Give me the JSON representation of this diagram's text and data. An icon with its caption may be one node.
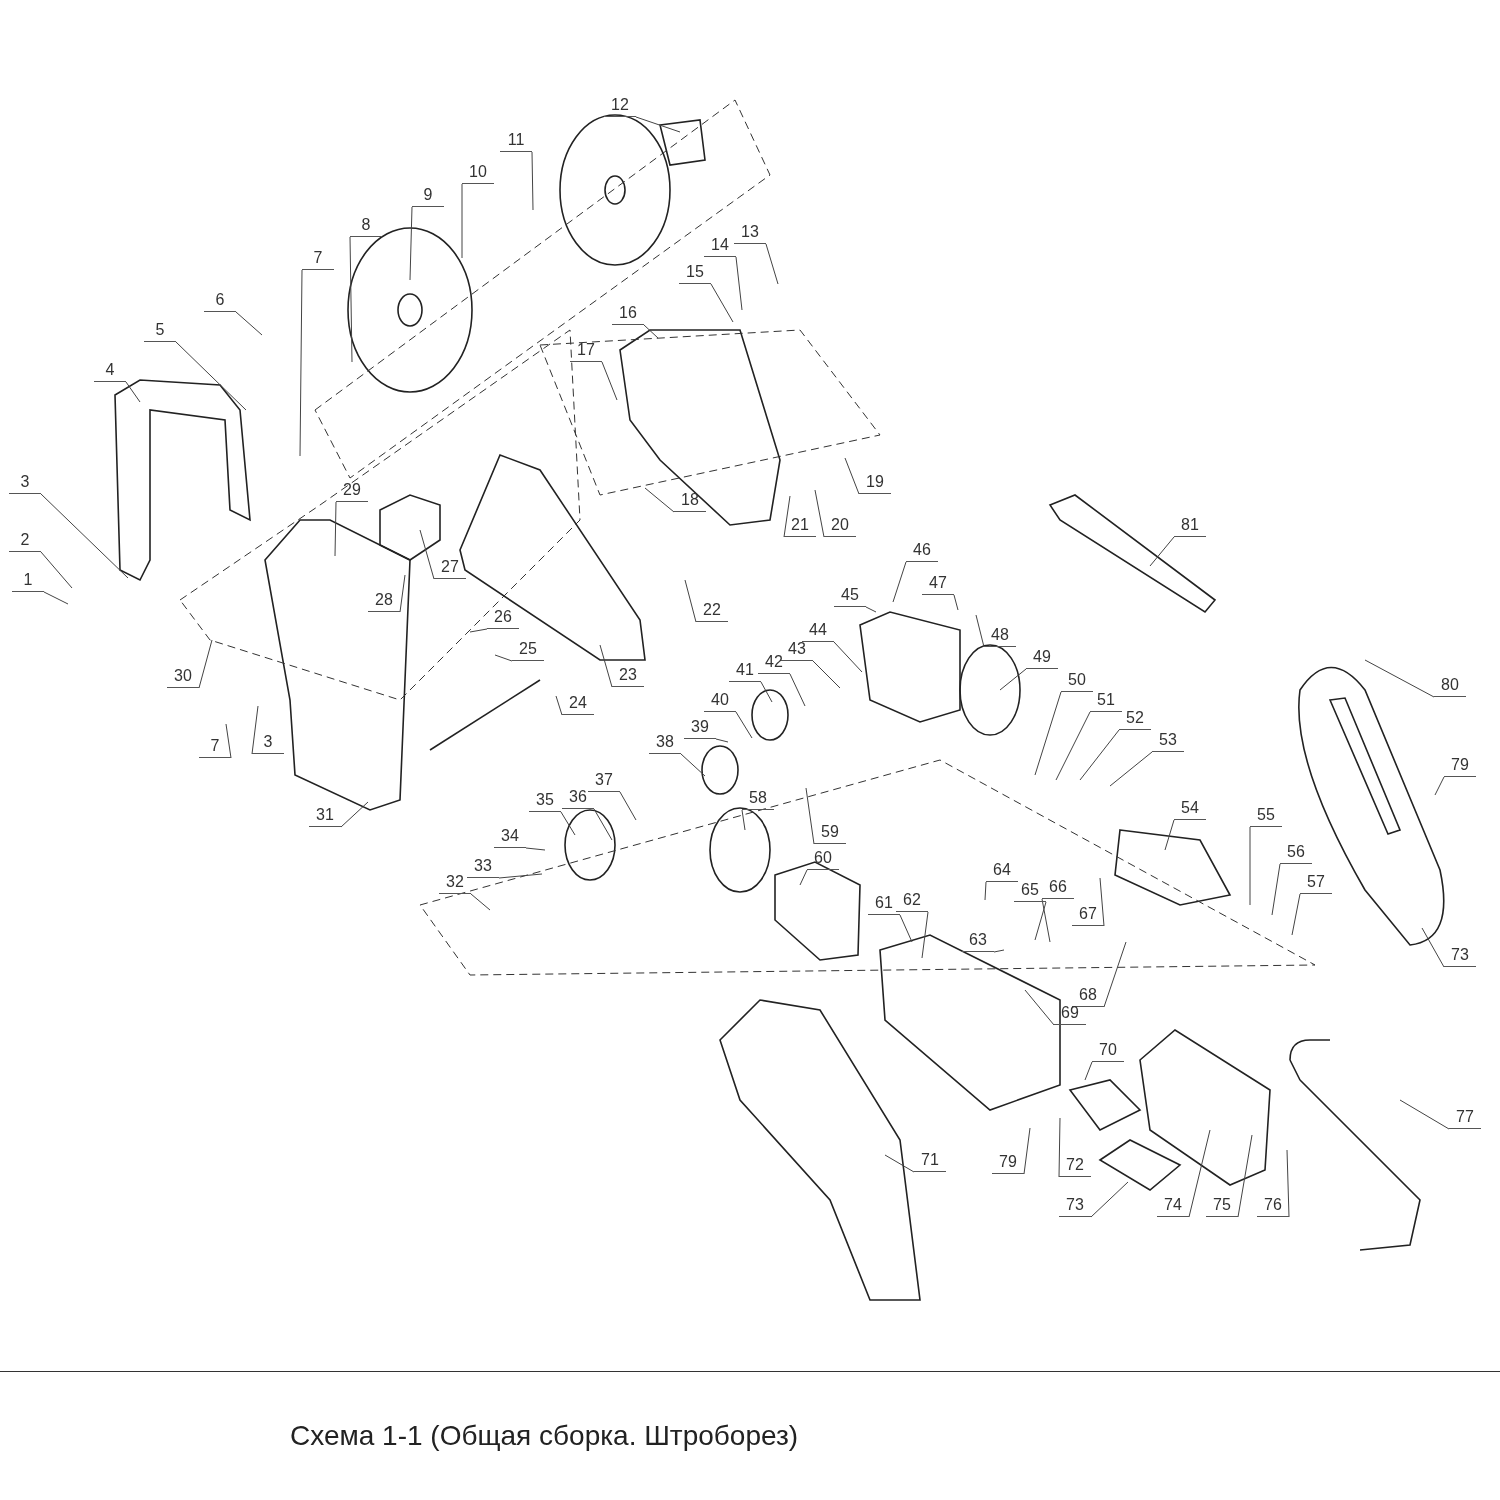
{
  "diagram": {
    "title": "Схема 1-1 (Общая сборка. Штроборез)",
    "nodes": [
      {
        "text": [
          "1"
        ]
      },
      {
        "text": [
          "2"
        ]
      },
      {
        "text": [
          "3"
        ]
      },
      {
        "text": [
          "3"
        ]
      },
      {
        "text": [
          "4"
        ]
      },
      {
        "text": [
          "5"
        ]
      },
      {
        "text": [
          "6"
        ]
      },
      {
        "text": [
          "7"
        ]
      },
      {
        "text": [
          "7"
        ]
      },
      {
        "text": [
          "8"
        ]
      },
      {
        "text": [
          "9"
        ]
      },
      {
        "text": [
          "10"
        ]
      },
      {
        "text": [
          "11"
        ]
      },
      {
        "text": [
          "12"
        ]
      },
      {
        "text": [
          "13"
        ]
      },
      {
        "text": [
          "14"
        ]
      },
      {
        "text": [
          "15"
        ]
      },
      {
        "text": [
          "16"
        ]
      },
      {
        "text": [
          "17"
        ]
      },
      {
        "text": [
          "18"
        ]
      },
      {
        "text": [
          "19"
        ]
      },
      {
        "text": [
          "20"
        ]
      },
      {
        "text": [
          "21"
        ]
      },
      {
        "text": [
          "22"
        ]
      },
      {
        "text": [
          "23"
        ]
      },
      {
        "text": [
          "24"
        ]
      },
      {
        "text": [
          "25"
        ]
      },
      {
        "text": [
          "26"
        ]
      },
      {
        "text": [
          "27"
        ]
      },
      {
        "text": [
          "28"
        ]
      },
      {
        "text": [
          "29"
        ]
      },
      {
        "text": [
          "30"
        ]
      },
      {
        "text": [
          "31"
        ]
      },
      {
        "text": [
          "32"
        ]
      },
      {
        "text": [
          "33"
        ]
      },
      {
        "text": [
          "34"
        ]
      },
      {
        "text": [
          "35"
        ]
      },
      {
        "text": [
          "36"
        ]
      },
      {
        "text": [
          "37"
        ]
      },
      {
        "text": [
          "38"
        ]
      },
      {
        "text": [
          "39"
        ]
      },
      {
        "text": [
          "40"
        ]
      },
      {
        "text": [
          "41"
        ]
      },
      {
        "text": [
          "42"
        ]
      },
      {
        "text": [
          "43"
        ]
      },
      {
        "text": [
          "44"
        ]
      },
      {
        "text": [
          "45"
        ]
      },
      {
        "text": [
          "46"
        ]
      },
      {
        "text": [
          "47"
        ]
      },
      {
        "text": [
          "48"
        ]
      },
      {
        "text": [
          "49"
        ]
      },
      {
        "text": [
          "50"
        ]
      },
      {
        "text": [
          "51"
        ]
      },
      {
        "text": [
          "52"
        ]
      },
      {
        "text": [
          "53"
        ]
      },
      {
        "text": [
          "54"
        ]
      },
      {
        "text": [
          "55"
        ]
      },
      {
        "text": [
          "56"
        ]
      },
      {
        "text": [
          "57"
        ]
      },
      {
        "text": [
          "58"
        ]
      },
      {
        "text": [
          "59"
        ]
      },
      {
        "text": [
          "60"
        ]
      },
      {
        "text": [
          "61"
        ]
      },
      {
        "text": [
          "62"
        ]
      },
      {
        "text": [
          "63"
        ]
      },
      {
        "text": [
          "64"
        ]
      },
      {
        "text": [
          "65"
        ]
      },
      {
        "text": [
          "66"
        ]
      },
      {
        "text": [
          "67"
        ]
      },
      {
        "text": [
          "68"
        ]
      },
      {
        "text": [
          "69"
        ]
      },
      {
        "text": [
          "70"
        ]
      },
      {
        "text": [
          "71"
        ]
      },
      {
        "text": [
          "72"
        ]
      },
      {
        "text": [
          "73"
        ]
      },
      {
        "text": [
          "73"
        ]
      },
      {
        "text": [
          "74"
        ]
      },
      {
        "text": [
          "75"
        ]
      },
      {
        "text": [
          "76"
        ]
      },
      {
        "text": [
          "77"
        ]
      },
      {
        "text": [
          "79"
        ]
      },
      {
        "text": [
          "79"
        ]
      },
      {
        "text": [
          "80"
        ]
      },
      {
        "text": [
          "81"
        ]
      }
    ],
    "edges": [
      {
        "from": 0,
        "to": null,
        "arrow": "none"
      },
      {
        "from": 1,
        "to": null,
        "arrow": "none"
      },
      {
        "from": 2,
        "to": null,
        "arrow": "none"
      },
      {
        "from": 3,
        "to": null,
        "arrow": "none"
      },
      {
        "from": 4,
        "to": null,
        "arrow": "none"
      },
      {
        "from": 5,
        "to": null,
        "arrow": "none"
      },
      {
        "from": 6,
        "to": null,
        "arrow": "none"
      },
      {
        "from": 7,
        "to": null,
        "arrow": "none"
      },
      {
        "from": 8,
        "to": null,
        "arrow": "none"
      },
      {
        "from": 9,
        "to": null,
        "arrow": "none"
      },
      {
        "from": 10,
        "to": null,
        "arrow": "none"
      },
      {
        "from": 11,
        "to": null,
        "arrow": "none"
      },
      {
        "from": 12,
        "to": null,
        "arrow": "none"
      },
      {
        "from": 13,
        "to": null,
        "arrow": "none"
      },
      {
        "from": 14,
        "to": null,
        "arrow": "none"
      },
      {
        "from": 15,
        "to": null,
        "arrow": "none"
      },
      {
        "from": 16,
        "to": null,
        "arrow": "none"
      },
      {
        "from": 17,
        "to": null,
        "arrow": "none"
      },
      {
        "from": 18,
        "to": null,
        "arrow": "none"
      },
      {
        "from": 19,
        "to": null,
        "arrow": "none"
      },
      {
        "from": 20,
        "to": null,
        "arrow": "none"
      },
      {
        "from": 21,
        "to": null,
        "arrow": "none"
      },
      {
        "from": 22,
        "to": null,
        "arrow": "none"
      },
      {
        "from": 23,
        "to": null,
        "arrow": "none"
      },
      {
        "from": 24,
        "to": null,
        "arrow": "none"
      },
      {
        "from": 25,
        "to": null,
        "arrow": "none"
      },
      {
        "from": 26,
        "to": null,
        "arrow": "none"
      },
      {
        "from": 27,
        "to": null,
        "arrow": "none"
      },
      {
        "from": 28,
        "to": null,
        "arrow": "none"
      },
      {
        "from": 29,
        "to": null,
        "arrow": "none"
      },
      {
        "from": 30,
        "to": null,
        "arrow": "none"
      },
      {
        "from": 31,
        "to": null,
        "arrow": "none"
      },
      {
        "from": 32,
        "to": null,
        "arrow": "none"
      },
      {
        "from": 33,
        "to": null,
        "arrow": "none"
      },
      {
        "from": 34,
        "to": null,
        "arrow": "none"
      },
      {
        "from": 35,
        "to": null,
        "arrow": "none"
      },
      {
        "from": 36,
        "to": null,
        "arrow": "none"
      },
      {
        "from": 37,
        "to": null,
        "arrow": "none"
      },
      {
        "from": 38,
        "to": null,
        "arrow": "none"
      },
      {
        "from": 39,
        "to": null,
        "arrow": "none"
      },
      {
        "from": 40,
        "to": null,
        "arrow": "none"
      },
      {
        "from": 41,
        "to": null,
        "arrow": "none"
      },
      {
        "from": 42,
        "to": null,
        "arrow": "none"
      },
      {
        "from": 43,
        "to": null,
        "arrow": "none"
      },
      {
        "from": 44,
        "to": null,
        "arrow": "none"
      },
      {
        "from": 45,
        "to": null,
        "arrow": "none"
      },
      {
        "from": 46,
        "to": null,
        "arrow": "none"
      },
      {
        "from": 47,
        "to": null,
        "arrow": "none"
      },
      {
        "from": 48,
        "to": null,
        "arrow": "none"
      },
      {
        "from": 49,
        "to": null,
        "arrow": "none"
      },
      {
        "from": 50,
        "to": null,
        "arrow": "none"
      },
      {
        "from": 51,
        "to": null,
        "arrow": "none"
      },
      {
        "from": 52,
        "to": null,
        "arrow": "none"
      },
      {
        "from": 53,
        "to": null,
        "arrow": "none"
      },
      {
        "from": 54,
        "to": null,
        "arrow": "none"
      },
      {
        "from": 55,
        "to": null,
        "arrow": "none"
      },
      {
        "from": 56,
        "to": null,
        "arrow": "none"
      },
      {
        "from": 57,
        "to": null,
        "arrow": "none"
      },
      {
        "from": 58,
        "to": null,
        "arrow": "none"
      },
      {
        "from": 59,
        "to": null,
        "arrow": "none"
      },
      {
        "from": 60,
        "to": null,
        "arrow": "none"
      },
      {
        "from": 61,
        "to": null,
        "arrow": "none"
      },
      {
        "from": 62,
        "to": null,
        "arrow": "none"
      },
      {
        "from": 63,
        "to": null,
        "arrow": "none"
      },
      {
        "from": 64,
        "to": null,
        "arrow": "none"
      },
      {
        "from": 65,
        "to": null,
        "arrow": "none"
      },
      {
        "from": 66,
        "to": null,
        "arrow": "none"
      },
      {
        "from": 67,
        "to": null,
        "arrow": "none"
      },
      {
        "from": 68,
        "to": null,
        "arrow": "none"
      },
      {
        "from": 69,
        "to": null,
        "arrow": "none"
      },
      {
        "from": 70,
        "to": null,
        "arrow": "none"
      },
      {
        "from": 71,
        "to": null,
        "arrow": "none"
      },
      {
        "from": 72,
        "to": null,
        "arrow": "none"
      },
      {
        "from": 73,
        "to": null,
        "arrow": "none"
      },
      {
        "from": 74,
        "to": null,
        "arrow": "none"
      },
      {
        "from": 75,
        "to": null,
        "arrow": "none"
      },
      {
        "from": 76,
        "to": null,
        "arrow": "none"
      },
      {
        "from": 77,
        "to": null,
        "arrow": "none"
      },
      {
        "from": 78,
        "to": null,
        "arrow": "none"
      },
      {
        "from": 79,
        "to": null,
        "arrow": "none"
      },
      {
        "from": 80,
        "to": null,
        "arrow": "none"
      },
      {
        "from": 81,
        "to": null,
        "arrow": "none"
      },
      {
        "from": 82,
        "to": null,
        "arrow": "none"
      },
      {
        "from": 83,
        "to": null,
        "arrow": "none"
      }
    ]
  }
}
